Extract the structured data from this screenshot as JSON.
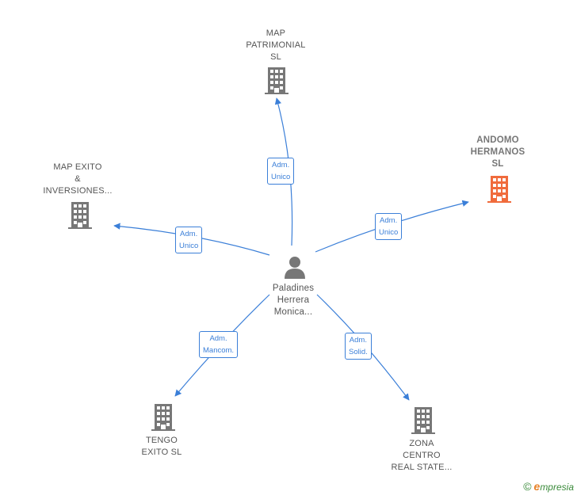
{
  "center": {
    "name": "Paladines\nHerrera\nMonica...",
    "icon": "person-icon"
  },
  "nodes": [
    {
      "id": "map-patrimonial",
      "name": "MAP\nPATRIMONIAL\nSL",
      "icon": "building-icon",
      "color": "#777777",
      "highlight": false
    },
    {
      "id": "andomo",
      "name": "ANDOMO\nHERMANOS\nSL",
      "icon": "building-icon",
      "color": "#f06b3c",
      "highlight": true
    },
    {
      "id": "map-exito",
      "name": "MAP EXITO\n&\nINVERSIONES...",
      "icon": "building-icon",
      "color": "#777777",
      "highlight": false
    },
    {
      "id": "tengo-exito",
      "name": "TENGO\nEXITO SL",
      "icon": "building-icon",
      "color": "#777777",
      "highlight": false
    },
    {
      "id": "zona-centro",
      "name": "ZONA\nCENTRO\nREAL STATE...",
      "icon": "building-icon",
      "color": "#777777",
      "highlight": false
    }
  ],
  "edges": [
    {
      "to": "map-patrimonial",
      "label": "Adm.\nUnico"
    },
    {
      "to": "andomo",
      "label": "Adm.\nUnico"
    },
    {
      "to": "map-exito",
      "label": "Adm.\nUnico"
    },
    {
      "to": "tengo-exito",
      "label": "Adm.\nMancom."
    },
    {
      "to": "zona-centro",
      "label": "Adm.\nSolid."
    }
  ],
  "footer": {
    "copyright": "©",
    "brand_e": "e",
    "brand_rest": "mpresia"
  },
  "colors": {
    "edge": "#3b7fd8",
    "building": "#777777",
    "highlight": "#f06b3c",
    "person": "#777777"
  }
}
